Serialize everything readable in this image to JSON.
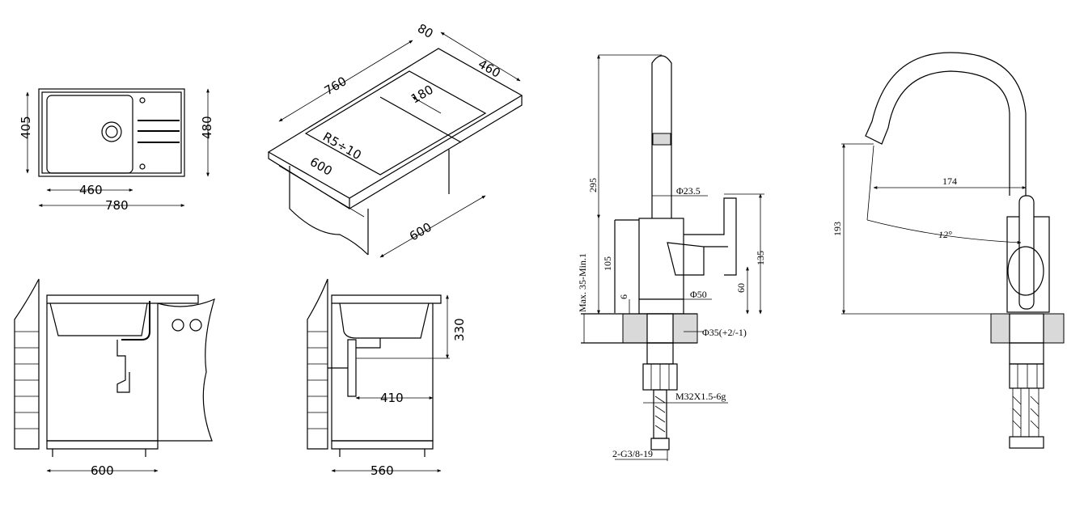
{
  "sink_top_view": {
    "dim_width": "780",
    "dim_height_outer": "480",
    "dim_height_inner": "405",
    "dim_bowl_width": "460"
  },
  "sink_cutout_view": {
    "dim_worktop": "760",
    "dim_depth": "460",
    "dim_edge": "80",
    "dim_cabinet": "180",
    "dim_radius": "R5÷10",
    "dim_width": "600",
    "dim_cabinet_width": "600"
  },
  "sink_front_view": {
    "dim_width": "600"
  },
  "sink_side_view": {
    "dim_depth": "330",
    "dim_drain": "410",
    "dim_width": "560"
  },
  "faucet_front_view": {
    "dim_height": "295",
    "dim_spout_diameter": "Φ23.5",
    "dim_body_height": "105",
    "dim_max_thickness": "Max. 35-Min.1",
    "dim_lever_height": "135",
    "dim_lever_base": "60",
    "dim_base_diameter": "Φ50",
    "dim_base_offset": "6",
    "dim_hole": "Φ35(+2/-1)",
    "dim_thread": "M32X1.5-6g",
    "dim_hose": "2-G3/8-19"
  },
  "faucet_side_view": {
    "dim_height": "193",
    "dim_reach": "174",
    "dim_angle": "12°"
  }
}
